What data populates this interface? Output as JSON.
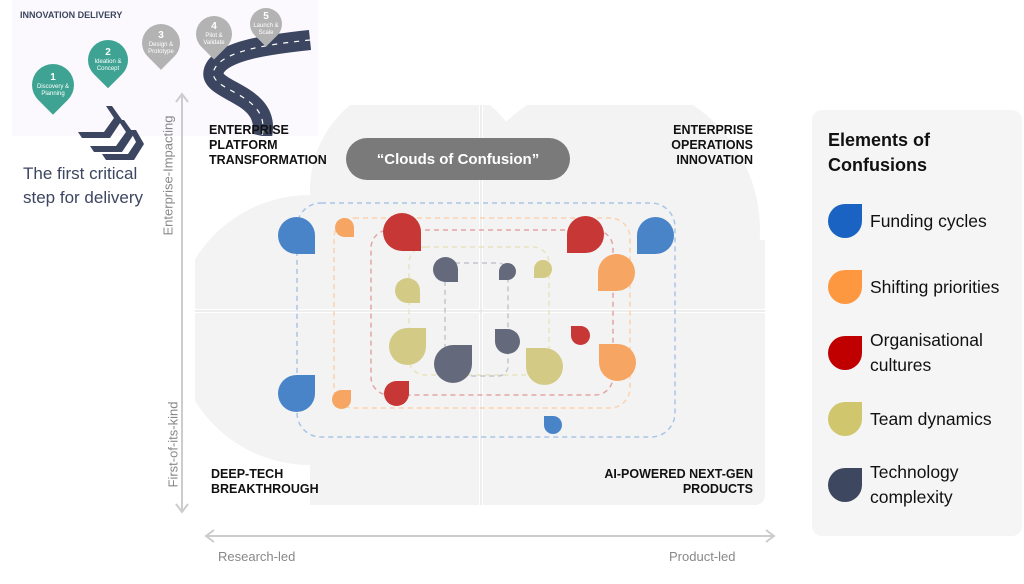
{
  "roadmap": {
    "title": "INNOVATION DELIVERY",
    "steps": [
      {
        "num": "1",
        "label": "Discovery & Planning",
        "color": "#3fa393"
      },
      {
        "num": "2",
        "label": "Ideation & Concept",
        "color": "#3fa393"
      },
      {
        "num": "3",
        "label": "Design & Prototype",
        "color": "#b3b3b3"
      },
      {
        "num": "4",
        "label": "Pilot & Validate",
        "color": "#b3b3b3"
      },
      {
        "num": "5",
        "label": "Launch & Scale",
        "color": "#b3b3b3"
      }
    ]
  },
  "first_step": "The first critical step for delivery",
  "axes": {
    "y_top": "Enterprise-Impacting",
    "y_bottom": "First-of-its-kind",
    "x_left": "Research-led",
    "x_right": "Product-led"
  },
  "quadrants": {
    "top_left": "ENTERPRISE PLATFORM TRANSFORMATION",
    "top_right": "ENTERPRISE OPERATIONS INNOVATION",
    "bottom_left": "DEEP-TECH BREAKTHROUGH",
    "bottom_right": "AI-POWERED NEXT-GEN PRODUCTS"
  },
  "center_title": "“Clouds of Confusion”",
  "legend": {
    "title": "Elements of Confusions",
    "items": [
      {
        "label": "Funding cycles",
        "color": "#1a63c2",
        "map_color": "#4a84c8"
      },
      {
        "label": "Shifting priorities",
        "color": "#fd9840",
        "map_color": "#f6a662"
      },
      {
        "label": "Organisational cultures",
        "color": "#c00000",
        "map_color": "#c73736"
      },
      {
        "label": "Team dynamics",
        "color": "#d0c66e",
        "map_color": "#d3ca86"
      },
      {
        "label": "Technology complexity",
        "color": "#3d475f",
        "map_color": "#646a7b"
      }
    ]
  }
}
